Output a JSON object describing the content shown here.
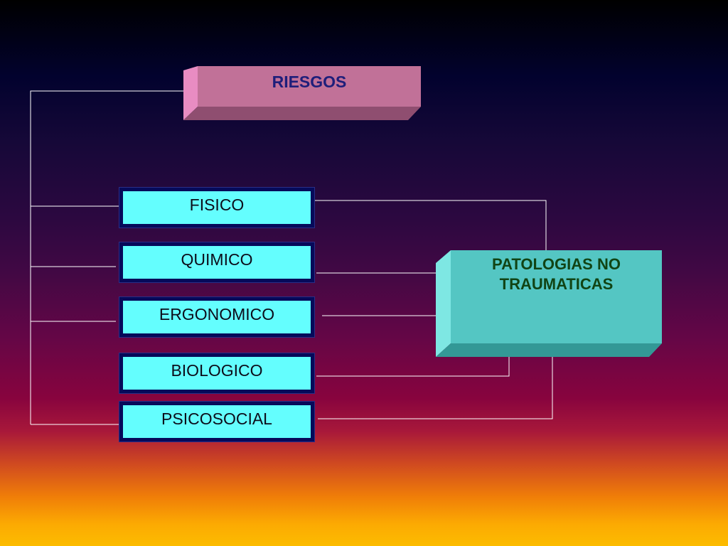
{
  "diagram": {
    "root": {
      "label": "RIESGOS"
    },
    "categories": [
      {
        "label": "FISICO"
      },
      {
        "label": "QUIMICO"
      },
      {
        "label": "ERGONOMICO"
      },
      {
        "label": "BIOLOGICO"
      },
      {
        "label": "PSICOSOCIAL"
      }
    ],
    "outcome": {
      "line1": "PATOLOGIAS NO",
      "line2": "TRAUMATICAS"
    }
  },
  "colors": {
    "root_box": "#c17198",
    "category_box": "#64fefe",
    "category_border": "#060a5a",
    "outcome_box": "#54c6c3",
    "connector": "#ffffff"
  }
}
